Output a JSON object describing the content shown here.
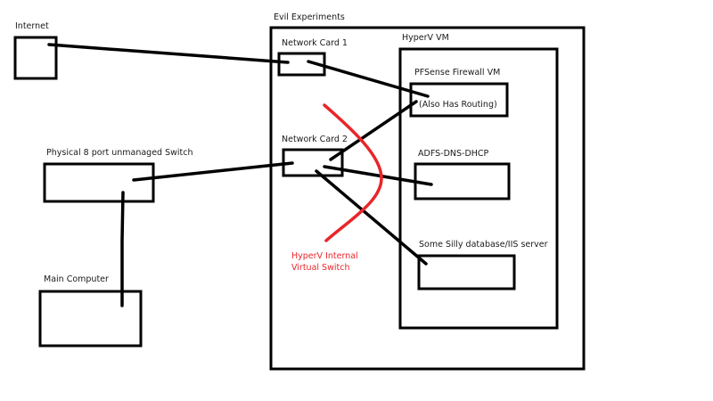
{
  "diagram": {
    "nodes": {
      "internet": {
        "label": "Internet"
      },
      "evil_experiments": {
        "label": "Evil Experiments"
      },
      "network_card_1": {
        "label": "Network Card 1"
      },
      "network_card_2": {
        "label": "Network Card 2"
      },
      "hyperv_vm": {
        "label": "HyperV VM"
      },
      "pfsense": {
        "label": "PFSense Firewall VM",
        "inner_text": "(Also Has Routing)"
      },
      "adfs": {
        "label": "ADFS-DNS-DHCP"
      },
      "database": {
        "label": "Some Silly database/IIS server"
      },
      "physical_switch": {
        "label": "Physical 8 port unmanaged Switch"
      },
      "main_computer": {
        "label": "Main Computer"
      }
    },
    "virtual_switch": {
      "label_line1": "HyperV Internal",
      "label_line2": "Virtual Switch",
      "color": "#e8262a"
    },
    "edges": [
      {
        "from": "internet",
        "to": "network_card_1"
      },
      {
        "from": "network_card_1",
        "to": "pfsense"
      },
      {
        "from": "network_card_2",
        "to": "pfsense"
      },
      {
        "from": "physical_switch",
        "to": "network_card_2"
      },
      {
        "from": "network_card_2",
        "to": "adfs"
      },
      {
        "from": "network_card_2",
        "to": "database"
      },
      {
        "from": "physical_switch",
        "to": "main_computer"
      }
    ],
    "line_color": "#000000"
  }
}
